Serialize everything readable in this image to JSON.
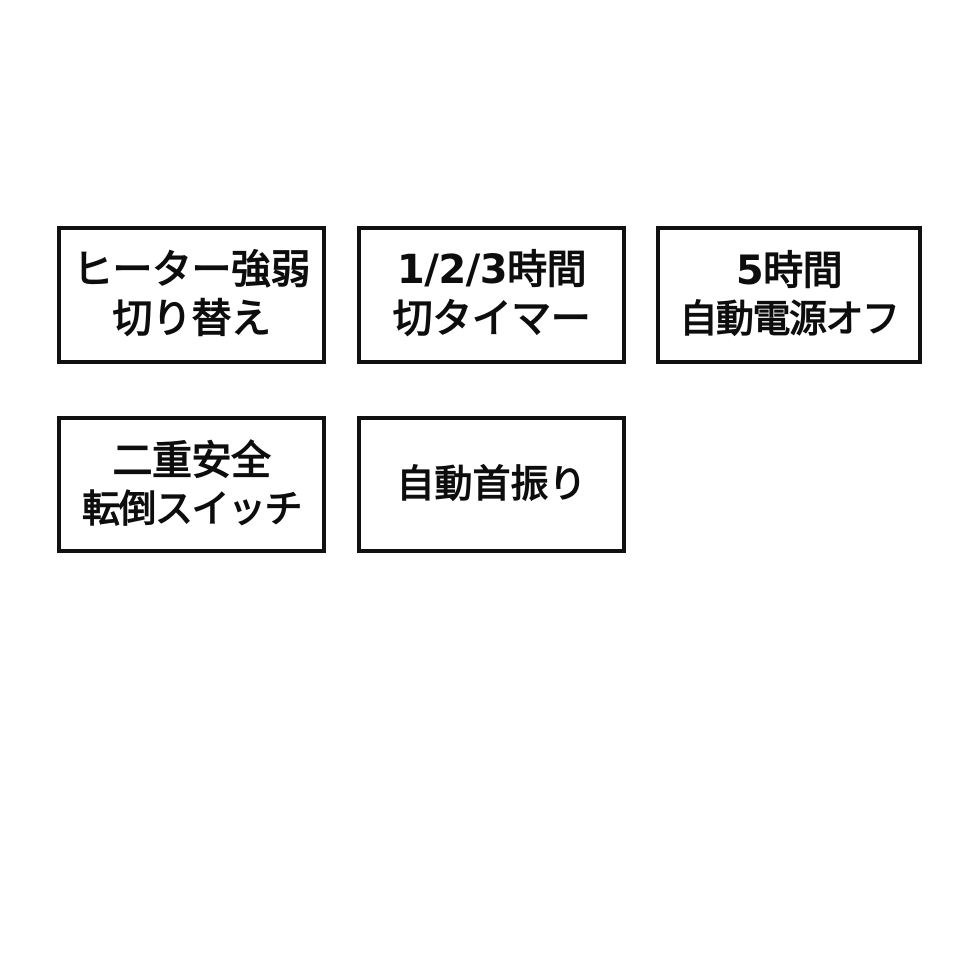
{
  "page": {
    "background_color": "#ffffff",
    "text_color": "#0d0d0d",
    "border_color": "#111111",
    "layout": "feature-callout-grid",
    "columns": 3,
    "rows": 2
  },
  "features": [
    {
      "id": "heater-power-switch",
      "line1": "ヒーター強弱",
      "line2": "切り替え"
    },
    {
      "id": "off-timer",
      "line1": "1/2/3時間",
      "line2": "切タイマー"
    },
    {
      "id": "auto-power-off",
      "line1": "5時間",
      "line2": "自動電源オフ"
    },
    {
      "id": "double-safety-tipover-switch",
      "line1": "二重安全",
      "line2": "転倒スイッチ"
    },
    {
      "id": "auto-oscillation",
      "line1": "自動首振り",
      "line2": ""
    }
  ]
}
